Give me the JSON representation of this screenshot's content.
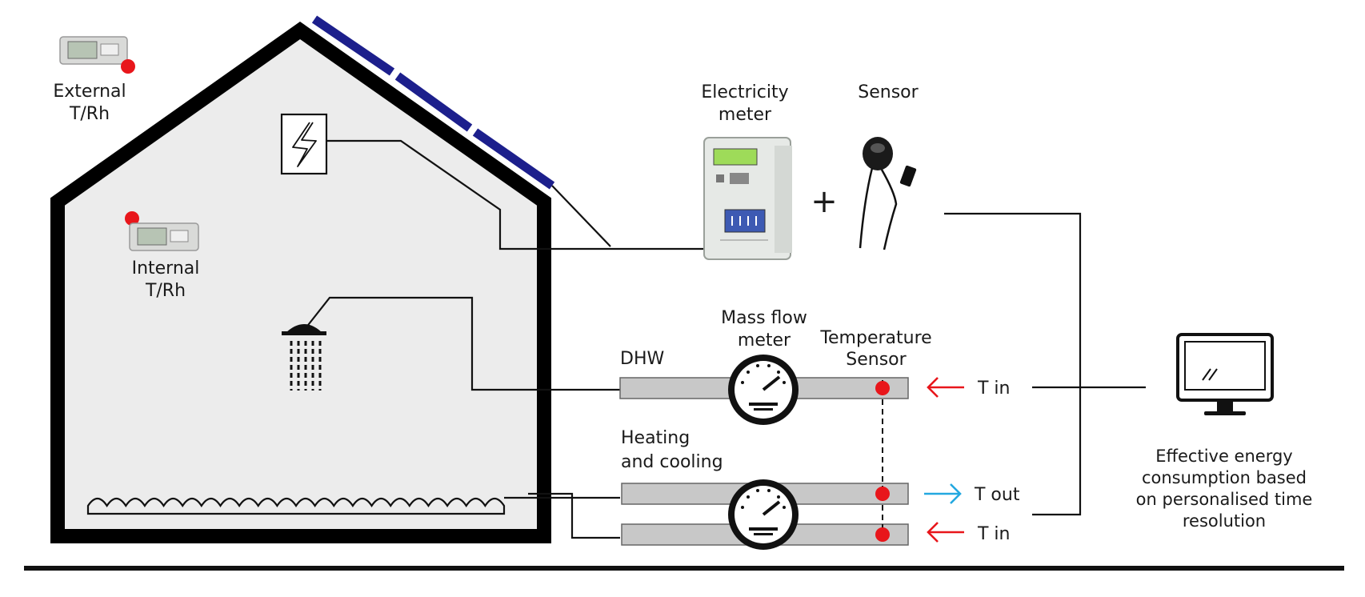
{
  "labels": {
    "external_line1": "External",
    "external_line2": "T/Rh",
    "internal_line1": "Internal",
    "internal_line2": "T/Rh",
    "electricity_line1": "Electricity",
    "electricity_line2": "meter",
    "sensor": "Sensor",
    "plus": "+",
    "mass_flow_line1": "Mass flow",
    "mass_flow_line2": "meter",
    "temp_sensor_line1": "Temperature",
    "temp_sensor_line2": "Sensor",
    "dhw": "DHW",
    "heating_line1": "Heating",
    "heating_line2": "and cooling",
    "t_in_top": "T in",
    "t_out": "T out",
    "t_in_bottom": "T in",
    "effective_line1": "Effective energy",
    "effective_line2": "consumption based",
    "effective_line3": "on personalised time",
    "effective_line4": "resolution"
  },
  "icons": {
    "solar": "solar-panel-icon",
    "electric_box": "lightning-box-icon",
    "shower": "shower-icon",
    "logger": "temperature-humidity-logger-icon",
    "meter": "electricity-meter-icon",
    "clamp": "current-sensor-icon",
    "gauge": "flow-meter-gauge-icon",
    "monitor": "computer-monitor-icon"
  },
  "colors": {
    "line": "#111111",
    "house_fill": "#ececec",
    "solar": "#1c1f8c",
    "pipe": "#c8c8c8",
    "sensor_dot": "#e8161b",
    "arrow_in": "#e8161b",
    "arrow_out": "#23a8e0"
  }
}
